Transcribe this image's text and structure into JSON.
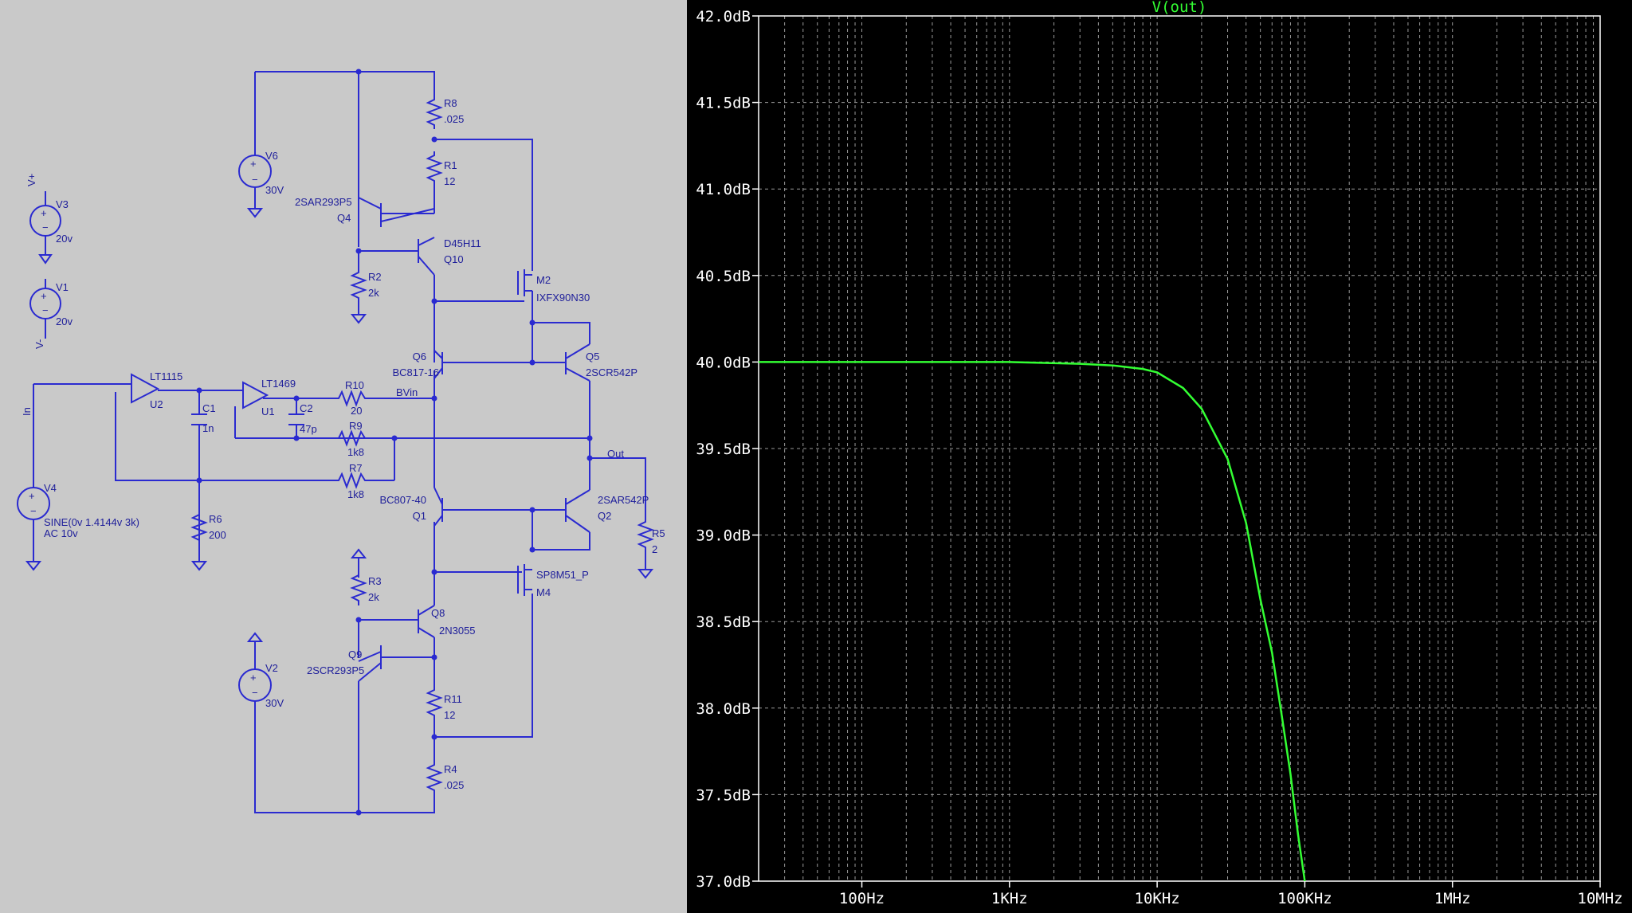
{
  "schematic": {
    "labels": {
      "R8": "R8",
      "R8v": ".025",
      "R1": "R1",
      "R1v": "12",
      "V6": "V6",
      "V6v": "30V",
      "V3": "V3",
      "V3v": "20v",
      "V3p": "V+",
      "V1": "V1",
      "V1v": "20v",
      "V1n": "V-",
      "Q4n": "2SAR293P5",
      "Q4": "Q4",
      "Q10n": "D45H11",
      "Q10": "Q10",
      "R2": "R2",
      "R2v": "2k",
      "M2": "M2",
      "M2n": "IXFX90N30",
      "Q6": "Q6",
      "Q6n": "BC817-16",
      "Q5": "Q5",
      "Q5n": "2SCR542P",
      "U2n": "LT1115",
      "U2": "U2",
      "U1n": "LT1469",
      "U1": "U1",
      "C1": "C1",
      "C1v": "1n",
      "C2": "C2",
      "C2v": "47p",
      "R10": "R10",
      "R10v": "20",
      "BVin": "BVin",
      "R9": "R9",
      "R9v": "1k8",
      "R7": "R7",
      "R7v": "1k8",
      "In": "In",
      "Out": "Out",
      "V4": "V4",
      "V4v1": "SINE(0v 1.4144v 3k)",
      "V4v2": "AC 10v",
      "R6": "R6",
      "R6v": "200",
      "Q1n": "BC807-40",
      "Q1": "Q1",
      "Q2n": "2SAR542P",
      "Q2": "Q2",
      "R5": "R5",
      "R5v": "2",
      "M4n": "SP8M51_P",
      "M4": "M4",
      "R3": "R3",
      "R3v": "2k",
      "Q8": "Q8",
      "Q8n": "2N3055",
      "Q9": "Q9",
      "Q9n": "2SCR293P5",
      "V2": "V2",
      "V2v": "30V",
      "R11": "R11",
      "R11v": "12",
      "R4": "R4",
      "R4v": ".025"
    }
  },
  "plot": {
    "title": "V(out)",
    "y_ticks": [
      "42.0dB",
      "41.5dB",
      "41.0dB",
      "40.5dB",
      "40.0dB",
      "39.5dB",
      "39.0dB",
      "38.5dB",
      "38.0dB",
      "37.5dB",
      "37.0dB"
    ],
    "x_ticks": [
      "100Hz",
      "1KHz",
      "10KHz",
      "100KHz",
      "1MHz",
      "10MHz"
    ]
  },
  "chart_data": {
    "type": "line",
    "title": "V(out)",
    "xlabel": "",
    "ylabel": "",
    "x_scale": "log",
    "xlim": [
      20,
      10000000
    ],
    "ylim": [
      37.0,
      42.0
    ],
    "grid": true,
    "series": [
      {
        "name": "V(out)",
        "color": "#33ff33",
        "x": [
          20,
          100,
          1000,
          3000,
          5000,
          8000,
          10000,
          15000,
          20000,
          30000,
          40000,
          50000,
          60000,
          70000,
          80000,
          90000,
          100000
        ],
        "y": [
          40.0,
          40.0,
          40.0,
          39.99,
          39.98,
          39.96,
          39.94,
          39.85,
          39.73,
          39.44,
          39.07,
          38.63,
          38.32,
          37.95,
          37.62,
          37.27,
          37.0
        ]
      }
    ]
  }
}
